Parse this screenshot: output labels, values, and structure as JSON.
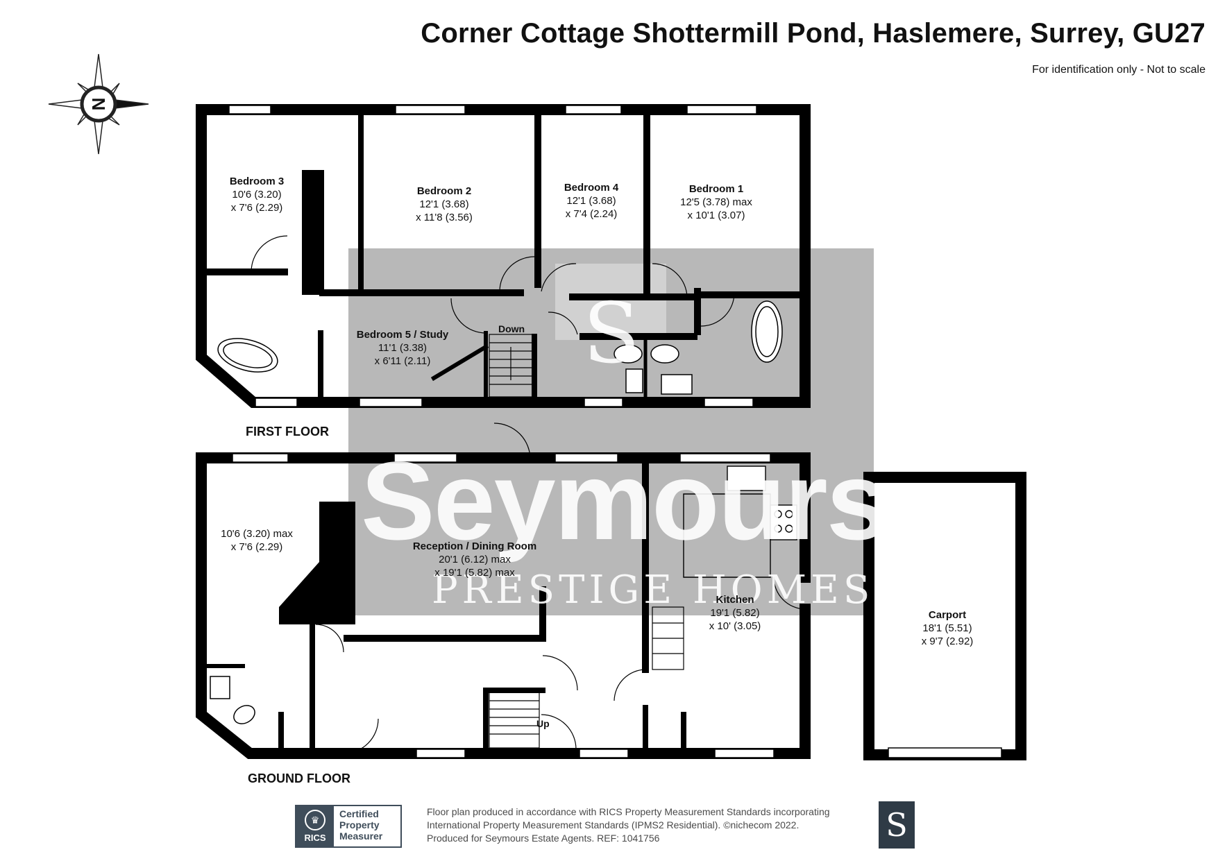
{
  "header": {
    "title": "Corner Cottage Shottermill Pond, Haslemere, Surrey, GU27",
    "subtitle": "For identification only - Not to scale"
  },
  "compass": {
    "letter": "N"
  },
  "first_floor": {
    "label": "FIRST FLOOR",
    "stairs_label": "Down",
    "rooms": [
      {
        "name": "Bedroom 3",
        "dim1": "10'6 (3.20)",
        "dim2": "x 7'6 (2.29)"
      },
      {
        "name": "Bedroom 2",
        "dim1": "12'1 (3.68)",
        "dim2": "x 11'8 (3.56)"
      },
      {
        "name": "Bedroom 4",
        "dim1": "12'1 (3.68)",
        "dim2": "x 7'4 (2.24)"
      },
      {
        "name": "Bedroom 1",
        "dim1": "12'5 (3.78) max",
        "dim2": "x 10'1 (3.07)"
      },
      {
        "name": "Bedroom 5 / Study",
        "dim1": "11'1 (3.38)",
        "dim2": "x 6'11 (2.11)"
      }
    ]
  },
  "ground_floor": {
    "label": "GROUND FLOOR",
    "stairs_label": "Up",
    "rooms": [
      {
        "name": "",
        "dim1": "10'6 (3.20) max",
        "dim2": "x 7'6 (2.29)"
      },
      {
        "name": "Reception / Dining Room",
        "dim1": "20'1 (6.12) max",
        "dim2": "x 19'1 (5.82) max"
      },
      {
        "name": "Kitchen",
        "dim1": "19'1 (5.82)",
        "dim2": "x 10' (3.05)"
      },
      {
        "name": "Carport",
        "dim1": "18'1 (5.51)",
        "dim2": "x 9'7 (2.92)"
      }
    ]
  },
  "watermark": {
    "brand": "Seymours",
    "tagline": "PRESTIGE HOMES",
    "monogram": "S"
  },
  "footer": {
    "badge_org": "RICS",
    "badge_line1": "Certified",
    "badge_line2": "Property",
    "badge_line3": "Measurer",
    "line1": "Floor plan produced in accordance with RICS Property Measurement Standards incorporating",
    "line2": "International Property Measurement Standards (IPMS2 Residential).  ©nichecom 2022.",
    "line3": "Produced for Seymours Estate Agents.   REF:  1041756",
    "logo_letter": "S"
  },
  "colors": {
    "wall": "#000000",
    "watermark_panel": "#b4b4b4",
    "badge": "#3f4d5a",
    "logo": "#2f3b46"
  }
}
